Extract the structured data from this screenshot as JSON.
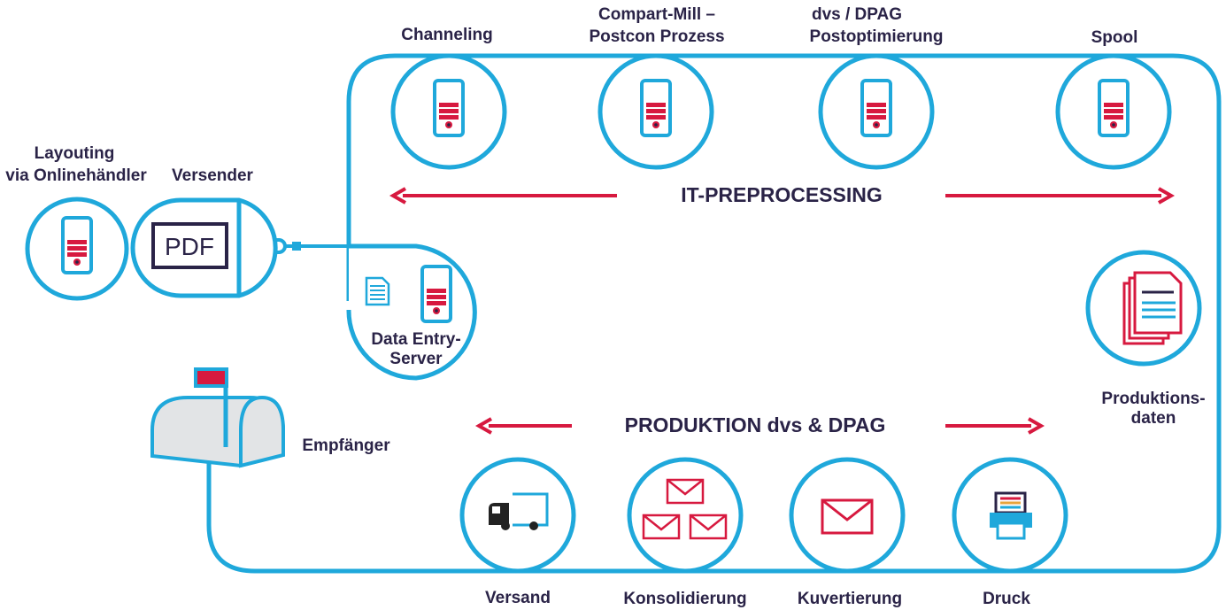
{
  "colors": {
    "blue": "#1fa8db",
    "red": "#d7193f",
    "navy": "#2a2347",
    "light_grey": "#e2e4e6"
  },
  "top_stages": {
    "channeling": {
      "label": "Channeling",
      "icon": "server-icon"
    },
    "compart": {
      "label_line1": "Compart-Mill –",
      "label_line2": "Postcon Prozess",
      "icon": "server-icon"
    },
    "dvs": {
      "label_line1": "dvs / DPAG",
      "label_line2": "Postoptimierung",
      "icon": "server-icon"
    },
    "spool": {
      "label": "Spool",
      "icon": "server-icon"
    }
  },
  "it_preprocessing": {
    "label": "IT-PREPROCESSING"
  },
  "left": {
    "layouting": {
      "label_line1": "Layouting",
      "label_line2": "via Onlinehändler",
      "icon": "server-icon"
    },
    "versender": {
      "label": "Versender",
      "pdf_label": "PDF",
      "icon": "pdf-document-icon"
    }
  },
  "data_entry": {
    "label_line1": "Data Entry-",
    "label_line2": "Server",
    "icon": "server-icon"
  },
  "produktionsdaten": {
    "label_line1": "Produktions-",
    "label_line2": "daten",
    "icon": "documents-stack-icon"
  },
  "produktion": {
    "label": "PRODUKTION dvs & DPAG"
  },
  "bottom_stages": {
    "versand": {
      "label": "Versand",
      "icon": "truck-icon"
    },
    "konsolidierung": {
      "label": "Konsolidierung",
      "icon": "envelopes-icon"
    },
    "kuvertierung": {
      "label": "Kuvertierung",
      "icon": "envelope-icon"
    },
    "druck": {
      "label": "Druck",
      "icon": "printer-icon"
    }
  },
  "empfaenger": {
    "label": "Empfänger",
    "icon": "mailbox-icon"
  }
}
